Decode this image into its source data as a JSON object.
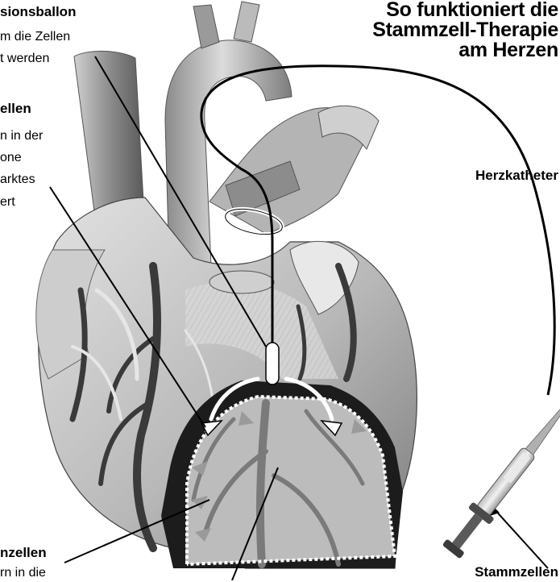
{
  "title": {
    "line1": "So funktioniert die",
    "line2": "Stammzell-Therapie",
    "line3": "am Herzen"
  },
  "labels": {
    "ballon": {
      "heading": "sionsballon",
      "lines": [
        "m die Zellen",
        "t werden"
      ]
    },
    "zellen_top": {
      "heading": "ellen",
      "lines": [
        "n in der",
        "one",
        "arktes",
        "ert"
      ]
    },
    "herzkatheter": "Herzkatheter",
    "stammzellen_bottom_left": {
      "heading": "nzellen",
      "lines": [
        "rn in die"
      ]
    },
    "stammzellen_bottom_right": "Stammzellen"
  },
  "colors": {
    "ink": "#000000",
    "heart_light": "#d4d4d4",
    "heart_mid": "#9a9a9a",
    "heart_dark": "#3c3c3c",
    "infarct": "#222222"
  }
}
